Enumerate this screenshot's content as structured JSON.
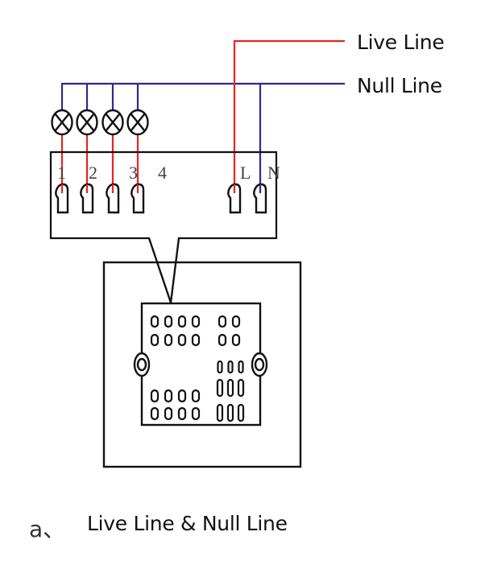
{
  "wire_labels": {
    "live": "Live Line",
    "null": "Null Line"
  },
  "terminals": {
    "labels": [
      "1",
      "2",
      "3",
      "4",
      "L",
      "N"
    ]
  },
  "lamps": {
    "count": 4,
    "icon": "lamp-cross-circle-icon"
  },
  "caption": {
    "prefix": "a、",
    "text": "Live Line & Null Line"
  },
  "colors": {
    "live_wire": "#e52521",
    "null_wire": "#2b2a8c",
    "outline": "#111111"
  }
}
